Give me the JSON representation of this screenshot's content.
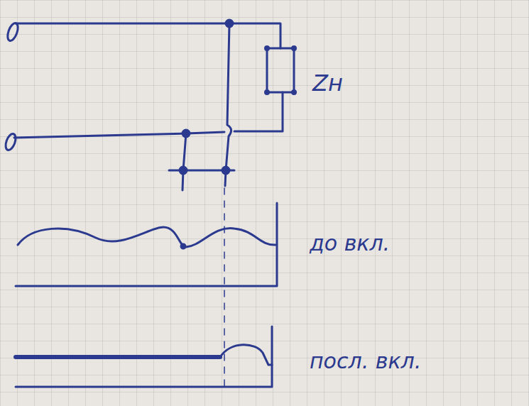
{
  "diagram": {
    "labels": [
      "Zн",
      "до вкл.",
      "посл. вкл."
    ]
  }
}
